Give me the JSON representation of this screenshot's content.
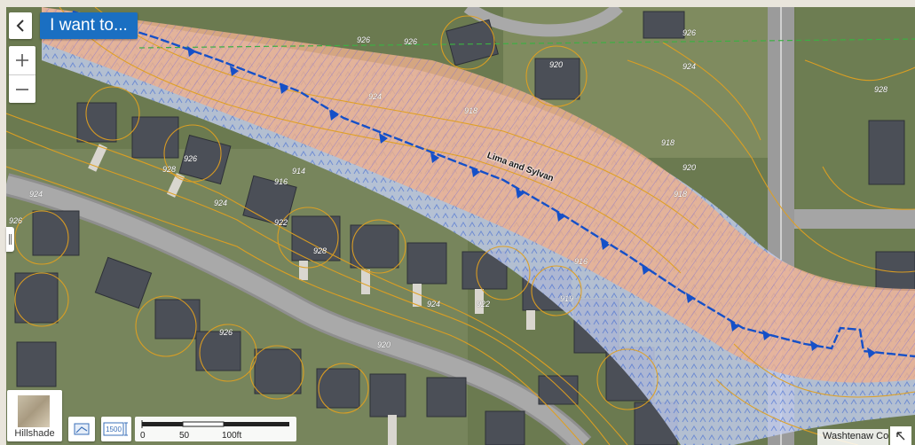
{
  "toolbar": {
    "back_icon": "chevron-left-icon",
    "i_want_to_label": "I want to..."
  },
  "zoom": {
    "in_label": "+",
    "out_label": "—"
  },
  "map": {
    "stream_label": "Lima and Sylvan",
    "contour_labels": [
      "926",
      "926",
      "920",
      "918",
      "924",
      "918",
      "914",
      "916",
      "926",
      "924",
      "928",
      "926",
      "924",
      "920",
      "918",
      "924",
      "926",
      "922",
      "928",
      "924",
      "922",
      "920",
      "919",
      "916",
      "926",
      "928"
    ],
    "colors": {
      "floodplain_fill": "#e9a07c",
      "floodway_fill": "#b9c6e8",
      "stream_line": "#1550c8",
      "contour_line": "#e0a020",
      "boundary_line": "#3cb043"
    }
  },
  "basemap_toggle": {
    "label": "Hillshade",
    "icon": "hillshade-thumbnail-icon"
  },
  "tools": {
    "measure_icon": "measure-icon",
    "scale_input_icon": "scale-ruler-icon",
    "scale_input_text": "1500"
  },
  "scalebar": {
    "labels": [
      "0",
      "50",
      "100ft"
    ]
  },
  "attribution": {
    "text": "Washtenaw Co"
  },
  "expand_icon": "expand-arrow-icon"
}
